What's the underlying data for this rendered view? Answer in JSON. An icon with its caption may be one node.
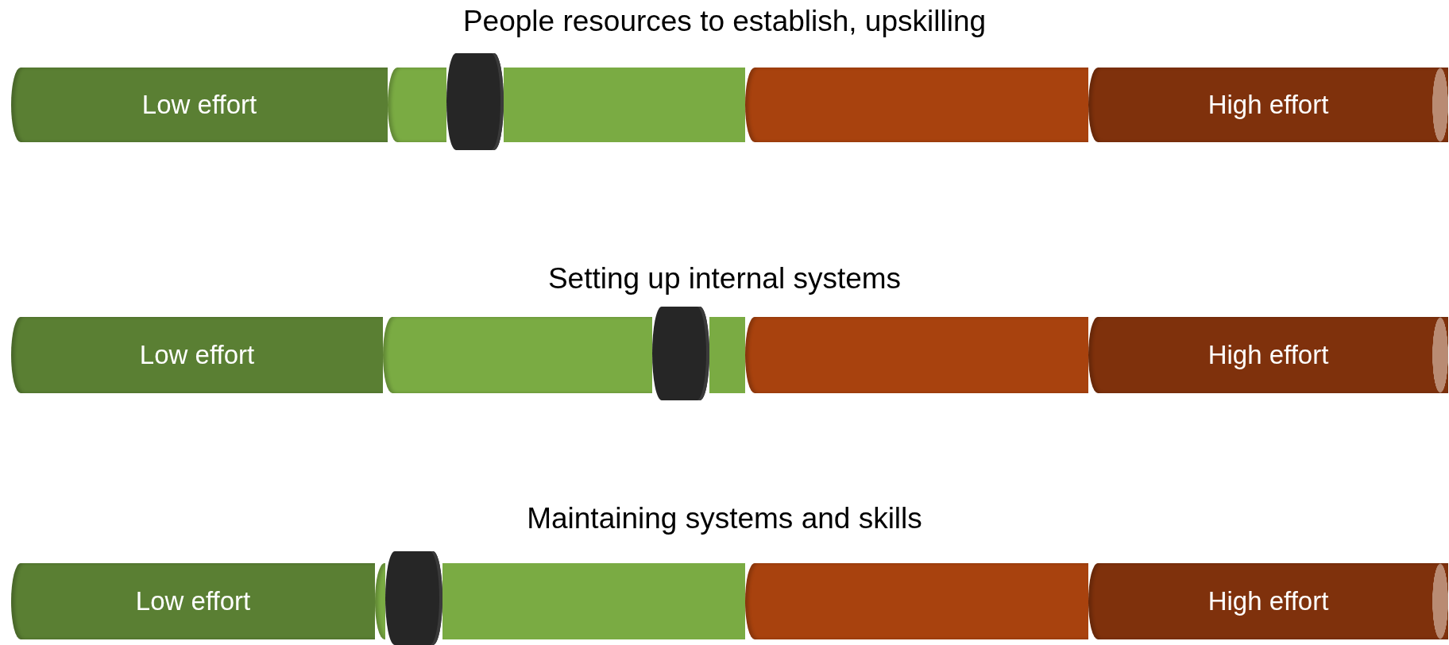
{
  "diagram": {
    "nodes": [
      {
        "text": [
          "Low effort"
        ]
      },
      {
        "text": [],
        "shape": "bar"
      },
      {
        "text": [],
        "shape": "box"
      },
      {
        "text": [],
        "shape": "bar"
      },
      {
        "text": [],
        "shape": "bar"
      },
      {
        "text": [
          "High effort"
        ]
      },
      {
        "text": [
          "Low effort"
        ]
      },
      {
        "text": [],
        "shape": "bar"
      },
      {
        "text": [],
        "shape": "box"
      },
      {
        "text": [],
        "shape": "bar"
      },
      {
        "text": [],
        "shape": "bar"
      },
      {
        "text": [
          "High effort"
        ]
      },
      {
        "text": [
          "Low effort"
        ]
      },
      {
        "text": [],
        "shape": "bar"
      },
      {
        "text": [],
        "shape": "box"
      },
      {
        "text": [],
        "shape": "bar"
      },
      {
        "text": [],
        "shape": "bar"
      },
      {
        "text": [
          "High effort"
        ]
      }
    ],
    "labels": [
      "People resources to establish, upskilling",
      "Setting up internal systems",
      "Maintaining systems and skills"
    ]
  }
}
